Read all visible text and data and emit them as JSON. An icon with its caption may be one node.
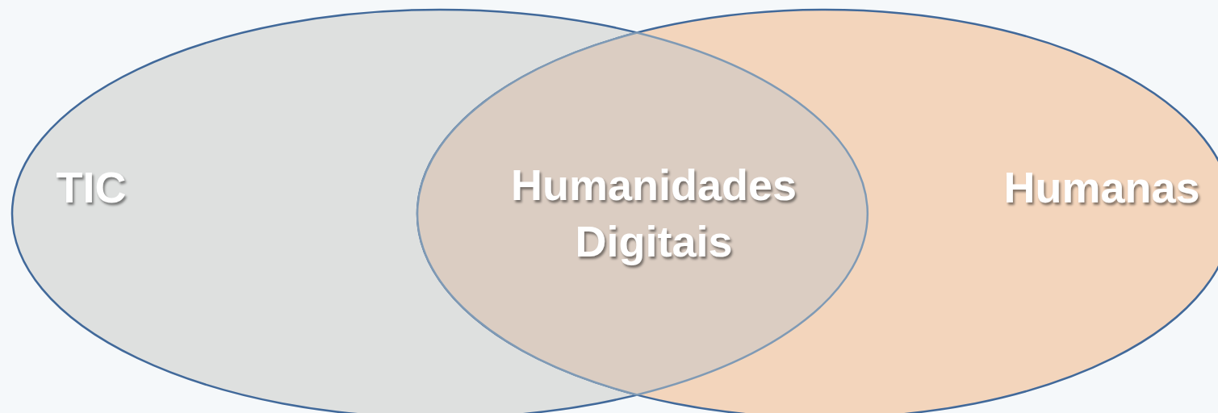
{
  "diagram": {
    "nodes": [
      {
        "text": [
          "TIC"
        ]
      },
      {
        "text": [
          "Humanidades Digitais"
        ]
      },
      {
        "text": [
          "Humanas"
        ]
      }
    ]
  }
}
